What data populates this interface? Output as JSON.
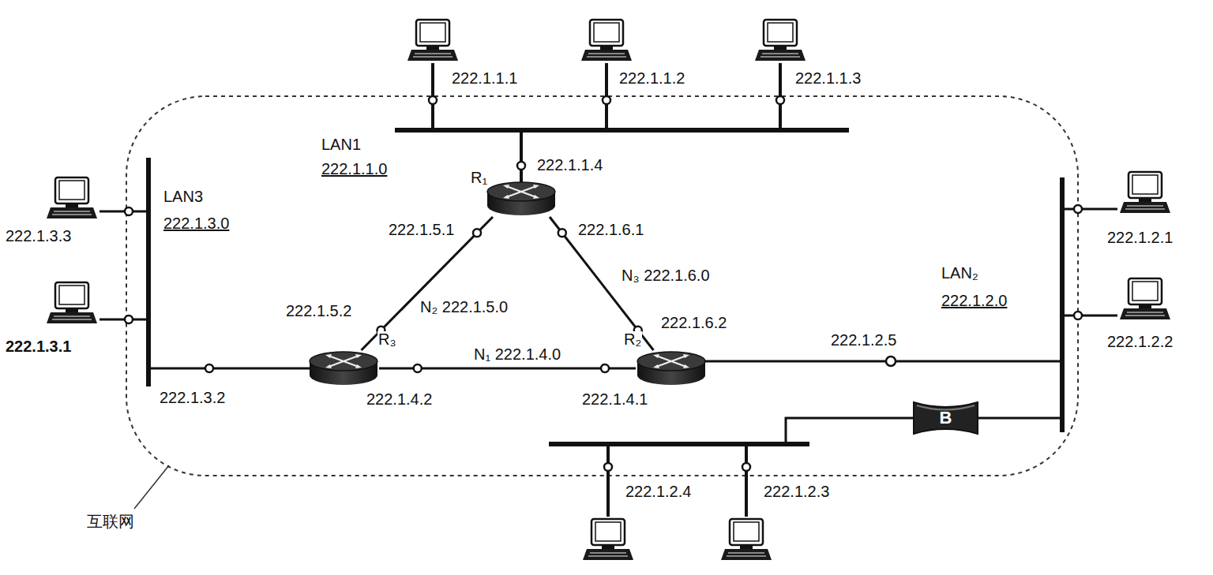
{
  "diagram": {
    "nodes": [
      {
        "text": [
          "R₁"
        ]
      },
      {
        "text": [
          "R₂"
        ]
      },
      {
        "text": [
          "R₃"
        ]
      },
      {
        "text": [
          "B"
        ]
      }
    ],
    "edges": [
      {
        "from": 0,
        "to": 2,
        "arrow": "none",
        "label": "N₂ 222.1.5.0"
      },
      {
        "from": 0,
        "to": 1,
        "arrow": "none",
        "label": "N₃ 222.1.6.0"
      },
      {
        "from": 2,
        "to": 1,
        "arrow": "none",
        "label": "N₁ 222.1.4.0"
      }
    ],
    "labels": [
      "222.1.1.1",
      "222.1.1.2",
      "222.1.1.3",
      "LAN1",
      "222.1.1.0",
      "222.1.1.4",
      "222.1.5.1",
      "222.1.6.1",
      "222.1.3.3",
      "LAN3",
      "222.1.3.0",
      "222.1.3.1",
      "222.1.5.2",
      "222.1.6.2",
      "222.1.4.2",
      "222.1.4.1",
      "222.1.3.2",
      "222.1.2.5",
      "222.1.2.1",
      "LAN₂",
      "222.1.2.0",
      "222.1.2.2",
      "222.1.2.4",
      "222.1.2.3",
      "互联网"
    ]
  }
}
